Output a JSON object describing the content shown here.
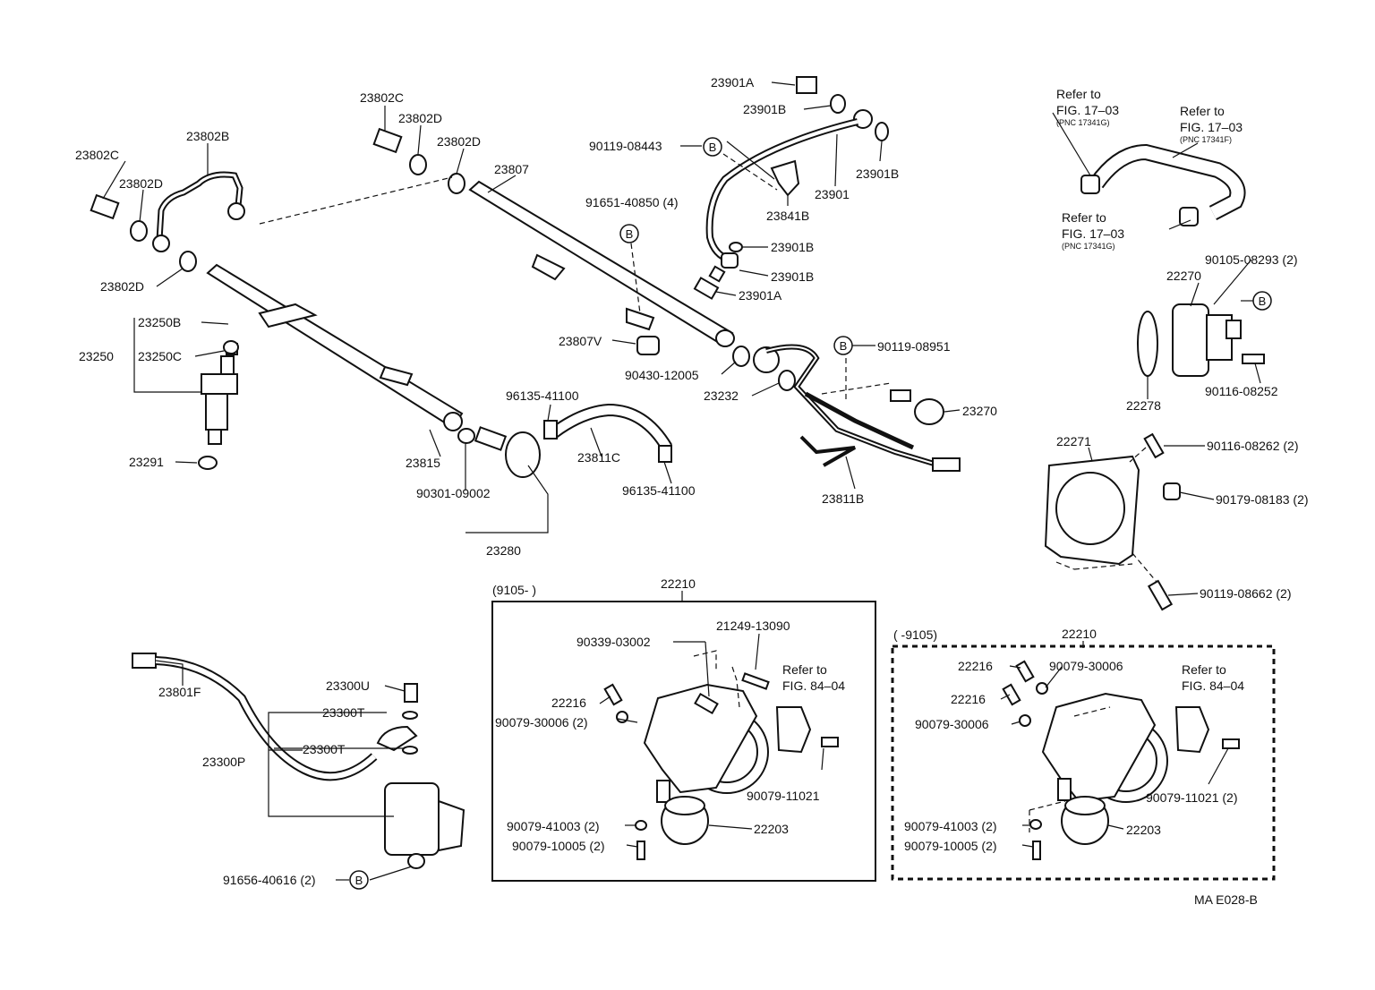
{
  "labels": {
    "p23802C_a": "23802C",
    "p23802D_a": "23802D",
    "p23802D_b": "23802D",
    "p23802B": "23802B",
    "p23802C_b": "23802C",
    "p23802D_c": "23802D",
    "p23802D_d": "23802D",
    "p23807": "23807",
    "p23250B": "23250B",
    "p23250": "23250",
    "p23250C": "23250C",
    "p23291": "23291",
    "p23815": "23815",
    "p90301": "90301-09002",
    "p23280": "23280",
    "p96135a": "96135-41100",
    "p23811C": "23811C",
    "p96135b": "96135-41100",
    "p91651": "91651-40850 (4)",
    "p23807V": "23807V",
    "p90430": "90430-12005",
    "p90119_08443": "90119-08443",
    "p23901A_a": "23901A",
    "p23901B_a": "23901B",
    "p23901B_b": "23901B",
    "p23901": "23901",
    "p23841B": "23841B",
    "p23901B_c": "23901B",
    "p23901B_d": "23901B",
    "p23901A_b": "23901A",
    "p90119_08951": "90119-08951",
    "p23232": "23232",
    "p23270": "23270",
    "p23811B": "23811B",
    "p90105": "90105-08293 (2)",
    "p22270": "22270",
    "p22278": "22278",
    "p90116_08252": "90116-08252",
    "p22271": "22271",
    "p90116_08262": "90116-08262 (2)",
    "p90179": "90179-08183 (2)",
    "p90119_08662": "90119-08662 (2)",
    "p23801F": "23801F",
    "p23300U": "23300U",
    "p23300T_a": "23300T",
    "p23300T_b": "23300T",
    "p23300P": "23300P",
    "p91656": "91656-40616 (2)",
    "box1_date": "(9105-        )",
    "box1_22210": "22210",
    "b1_90339": "90339-03002",
    "b1_21249": "21249-13090",
    "b1_22216": "22216",
    "b1_90079_30006": "90079-30006 (2)",
    "b1_90079_11021": "90079-11021",
    "b1_90079_41003": "90079-41003 (2)",
    "b1_90079_10005": "90079-10005 (2)",
    "b1_22203": "22203",
    "box2_date": "(        -9105)",
    "box2_22210": "22210",
    "b2_22216_a": "22216",
    "b2_90079_30006_a": "90079-30006",
    "b2_22216_b": "22216",
    "b2_90079_30006_b": "90079-30006",
    "b2_90079_11021": "90079-11021 (2)",
    "b2_90079_41003": "90079-41003 (2)",
    "b2_90079_10005": "90079-10005 (2)",
    "b2_22203": "22203",
    "code": "MA E028-B"
  },
  "refs": {
    "r1_line1": "Refer to",
    "r1_line2": "FIG. 17–03",
    "r1_line3": "(PNC 17341G)",
    "r2_line1": "Refer to",
    "r2_line2": "FIG. 17–03",
    "r2_line3": "(PNC 17341F)",
    "r3_line1": "Refer to",
    "r3_line2": "FIG. 17–03",
    "r3_line3": "(PNC 17341G)",
    "r4_line1": "Refer to",
    "r4_line2": "FIG. 84–04",
    "r5_line1": "Refer to",
    "r5_line2": "FIG. 84–04"
  },
  "callout_letter": "B"
}
